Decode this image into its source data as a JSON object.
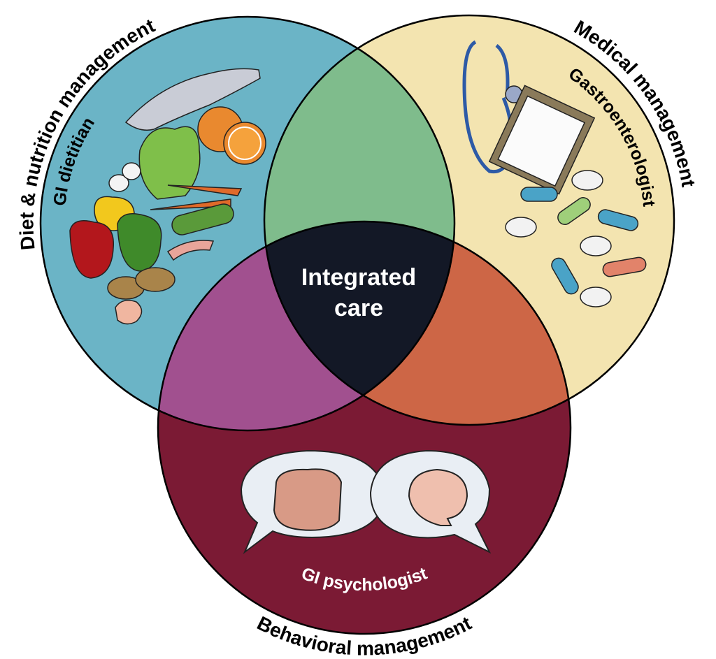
{
  "diagram": {
    "center_label_line1": "Integrated",
    "center_label_line2": "care",
    "circles": [
      {
        "id": "diet",
        "outer_label": "Diet & nutrition management",
        "inner_label": "GI dietitian",
        "color": "#6bb4c6"
      },
      {
        "id": "medical",
        "outer_label": "Medical management",
        "inner_label": "Gastroenterologist",
        "color": "#f3e4b0"
      },
      {
        "id": "behavioral",
        "outer_label": "Behavioral management",
        "inner_label": "GI psychologist",
        "color": "#7b1a34"
      }
    ],
    "overlap_colors": {
      "diet_medical": "#7fbc8c",
      "diet_behavioral": "#a1508f",
      "medical_behavioral": "#cd6646",
      "all": "#131826"
    },
    "illustrations": [
      "food-illustration",
      "stethoscope-clipboard-pills-illustration",
      "gut-brain-speech-bubbles-illustration"
    ]
  }
}
